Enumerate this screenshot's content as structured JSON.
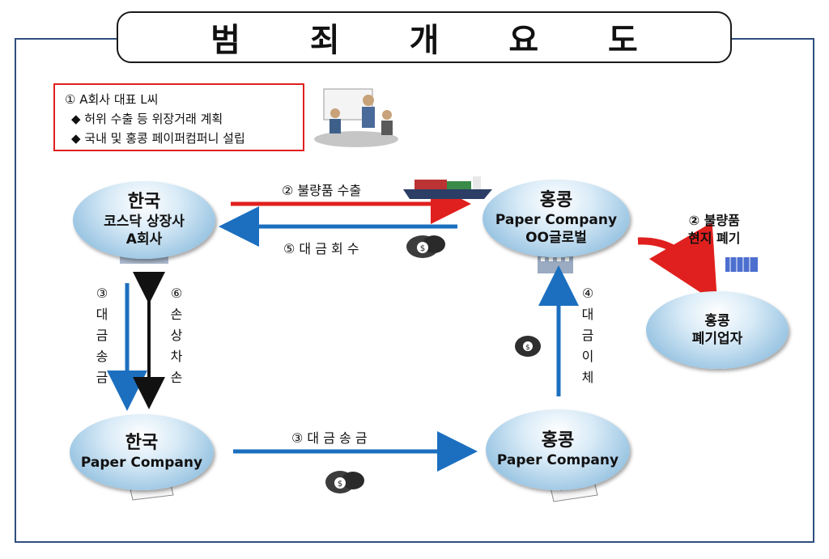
{
  "title": "범 죄 개 요 도",
  "plan": {
    "heading": "① A회사 대표 L씨",
    "items": [
      "◆ 허위 수출 등 위장거래 계획",
      "◆ 국내 및 홍콩 페이퍼컴퍼니 설립"
    ]
  },
  "nodes": {
    "korea_listed": [
      "한국",
      "코스닥 상장사",
      "A회사"
    ],
    "hk_global": [
      "홍콩",
      "Paper Company",
      "OO글로벌"
    ],
    "hk_disposal": [
      "홍콩",
      "폐기업자"
    ],
    "korea_paper": [
      "한국",
      "Paper Company"
    ],
    "hk_paper": [
      "홍콩",
      "Paper Company"
    ]
  },
  "edges": {
    "export": "② 불량품 수출",
    "collect": "⑤ 대 금 회 수",
    "remit_down": [
      "③",
      "대",
      "금",
      "송",
      "금"
    ],
    "loss_up": [
      "⑥",
      "손",
      "상",
      "차",
      "손"
    ],
    "remit_bottom": "③ 대 금 송 금",
    "transfer_up": [
      "④",
      "대",
      "금",
      "이",
      "체"
    ],
    "dispose_label": [
      "② 불량품",
      "현지 폐기"
    ]
  },
  "colors": {
    "red_arrow": "#e0201e",
    "blue_arrow": "#1c6fbf",
    "black_arrow": "#111111"
  }
}
